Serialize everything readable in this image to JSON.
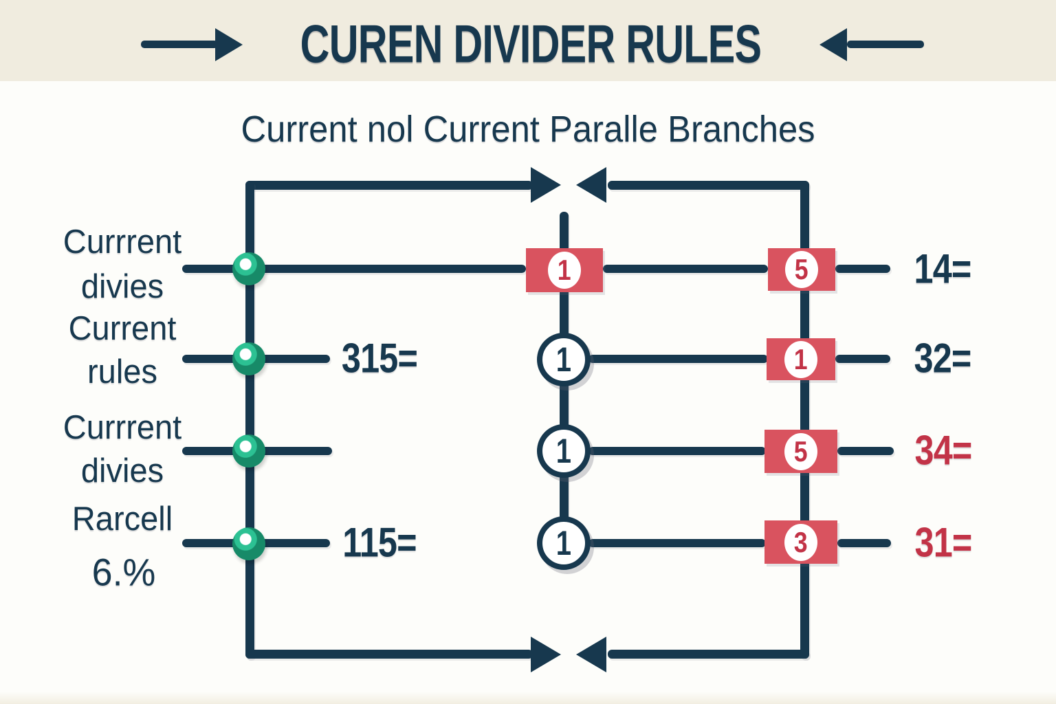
{
  "colors": {
    "navy": "#17384e",
    "red_box": "#d9535f",
    "red_accent": "#c23347",
    "green_node": "#178a68",
    "header_background": "#f0ecdf",
    "page_background": "#fdfdfa"
  },
  "header": {
    "title": "CUREN DIVIDER RULES"
  },
  "subtitle": "Current nol Current Paralle Branches",
  "left_labels": [
    {
      "line1": "Currrent",
      "line2": "divies"
    },
    {
      "line1": "Current",
      "line2": "rules"
    },
    {
      "line1": "Currrent",
      "line2": "divies"
    },
    {
      "line1": "Rarcell",
      "line2": "6.%"
    }
  ],
  "rows": [
    {
      "left_value": "",
      "center_label": "1",
      "right_box_label": "5",
      "right_value": "14="
    },
    {
      "left_value": "315=",
      "center_label": "1",
      "right_box_label": "1",
      "right_value": "32="
    },
    {
      "left_value": "",
      "center_label": "1",
      "right_box_label": "5",
      "right_value": "34="
    },
    {
      "left_value": "115=",
      "center_label": "1",
      "right_box_label": "3",
      "right_value": "31="
    }
  ]
}
